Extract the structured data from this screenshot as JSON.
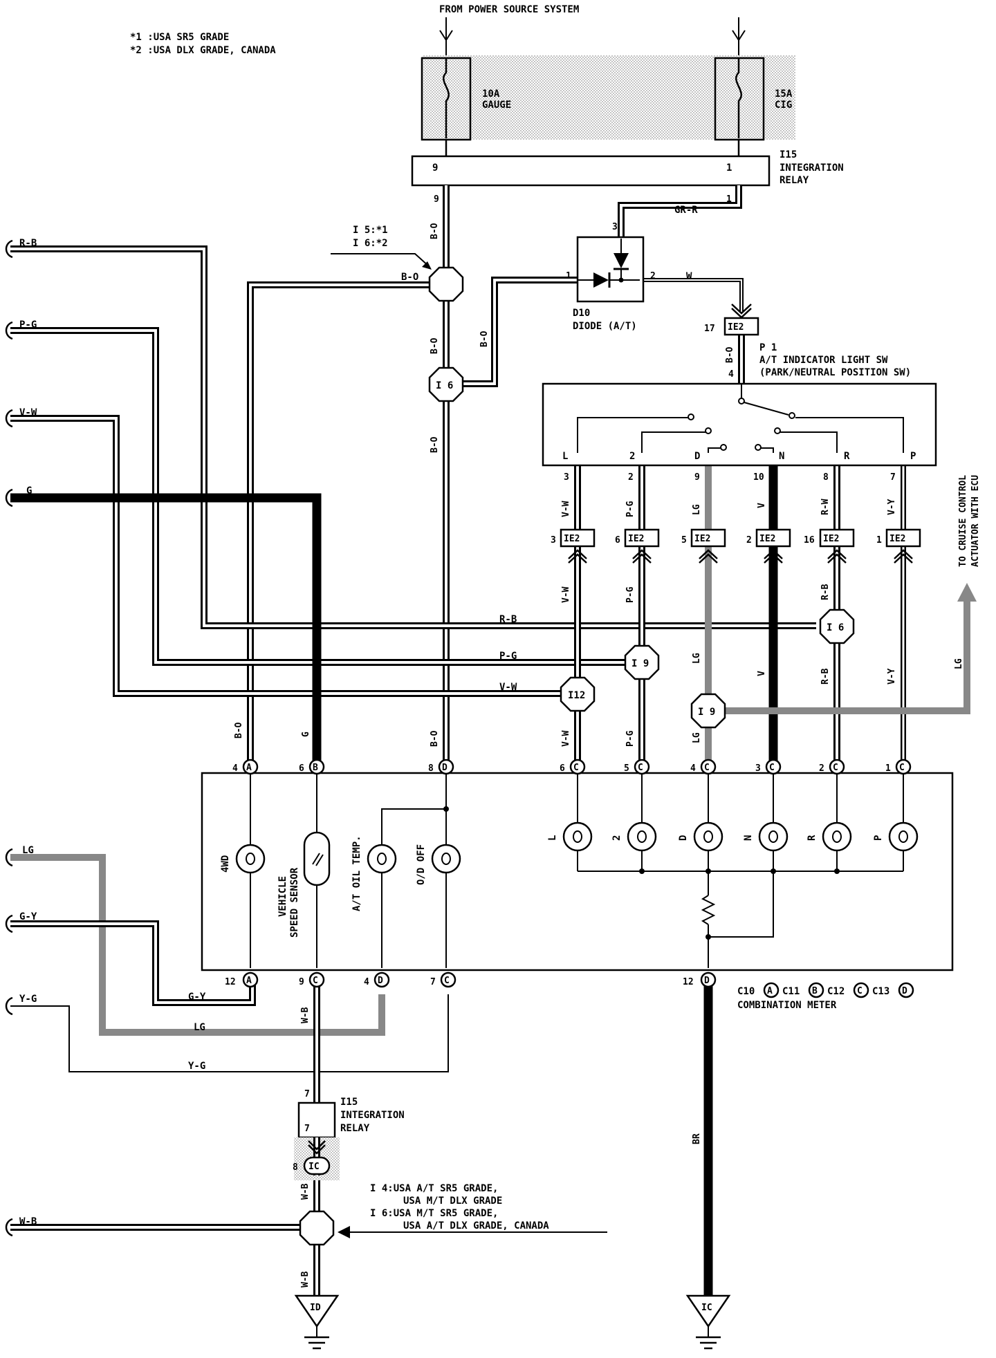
{
  "header": {
    "power_source": "FROM POWER SOURCE SYSTEM",
    "note1": "*1 :USA SR5 GRADE",
    "note2": "*2 :USA DLX GRADE, CANADA"
  },
  "fuses": {
    "gauge_amp": "10A",
    "gauge_name": "GAUGE",
    "cig_amp": "15A",
    "cig_name": "CIG"
  },
  "relay_top": {
    "id": "I15",
    "name1": "INTEGRATION",
    "name2": "RELAY",
    "pin_left": "9",
    "pin_right": "1"
  },
  "relay_bottom": {
    "id": "I15",
    "name1": "INTEGRATION",
    "name2": "RELAY",
    "pin": "7"
  },
  "diode": {
    "id": "D10",
    "name": "DIODE (A/T)",
    "pin1": "1",
    "pin2": "2",
    "pin3": "3"
  },
  "ps_switch": {
    "id": "P 1",
    "name1": "A/T INDICATOR LIGHT SW",
    "name2": "(PARK/NEUTRAL POSITION SW)",
    "pin_in": "4",
    "positions": [
      "L",
      "2",
      "D",
      "N",
      "R",
      "P"
    ],
    "pins": [
      "3",
      "2",
      "9",
      "10",
      "8",
      "7"
    ]
  },
  "junction_note": {
    "line1": "I 5:*1",
    "line2": "I 6:*2"
  },
  "splices": {
    "i6_top": "I 6",
    "i6_right": "I 6",
    "i9_upper": "I 9",
    "i9_lower": "I 9",
    "i12": "I12"
  },
  "ie2_connectors": [
    {
      "pin": "3",
      "label": "IE2"
    },
    {
      "pin": "6",
      "label": "IE2"
    },
    {
      "pin": "5",
      "label": "IE2"
    },
    {
      "pin": "2",
      "label": "IE2"
    },
    {
      "pin": "16",
      "label": "IE2"
    },
    {
      "pin": "1",
      "label": "IE2"
    }
  ],
  "ie2_w": {
    "pin": "17",
    "label": "IE2"
  },
  "wire_colors": {
    "rb": "R-B",
    "pg": "P-G",
    "vw": "V-W",
    "g": "G",
    "lg": "LG",
    "gy": "G-Y",
    "yg": "Y-G",
    "wb": "W-B",
    "bo": "B-O",
    "grr": "GR-R",
    "w": "W",
    "v": "V",
    "rw": "R-W",
    "vy": "V-Y",
    "br": "BR"
  },
  "cruise": {
    "line1": "TO CRUISE CONTROL",
    "line2": "ACTUATOR WITH ECU"
  },
  "meter": {
    "top_pins": [
      {
        "num": "4",
        "conn": "A"
      },
      {
        "num": "6",
        "conn": "B"
      },
      {
        "num": "8",
        "conn": "D"
      },
      {
        "num": "6",
        "conn": "C"
      },
      {
        "num": "5",
        "conn": "C"
      },
      {
        "num": "4",
        "conn": "C"
      },
      {
        "num": "3",
        "conn": "C"
      },
      {
        "num": "2",
        "conn": "C"
      },
      {
        "num": "1",
        "conn": "C"
      }
    ],
    "bottom_pins": [
      {
        "num": "12",
        "conn": "A"
      },
      {
        "num": "9",
        "conn": "C"
      },
      {
        "num": "4",
        "conn": "D"
      },
      {
        "num": "7",
        "conn": "C"
      },
      {
        "num": "12",
        "conn": "D"
      }
    ],
    "lamp_4wd": "4WD",
    "sensor1": "VEHICLE",
    "sensor2": "SPEED SENSOR",
    "lamp_oil": "A/T OIL TEMP.",
    "lamp_od": "O/D OFF",
    "lamp_letters": [
      "L",
      "2",
      "D",
      "N",
      "R",
      "P"
    ],
    "connectors": [
      {
        "id": "C10",
        "conn": "A"
      },
      {
        "id": "C11",
        "conn": "B"
      },
      {
        "id": "C12",
        "conn": "C"
      },
      {
        "id": "C13",
        "conn": "D"
      }
    ],
    "name": "COMBINATION METER"
  },
  "ground_conn": {
    "pin": "8",
    "label": "IC"
  },
  "ground_note": {
    "line1": "I 4:USA A/T SR5 GRADE,",
    "line2": "USA M/T DLX GRADE",
    "line3": "I 6:USA M/T SR5 GRADE,",
    "line4": "USA A/T DLX GRADE, CANADA"
  },
  "grounds": {
    "left": "ID",
    "right": "IC"
  }
}
